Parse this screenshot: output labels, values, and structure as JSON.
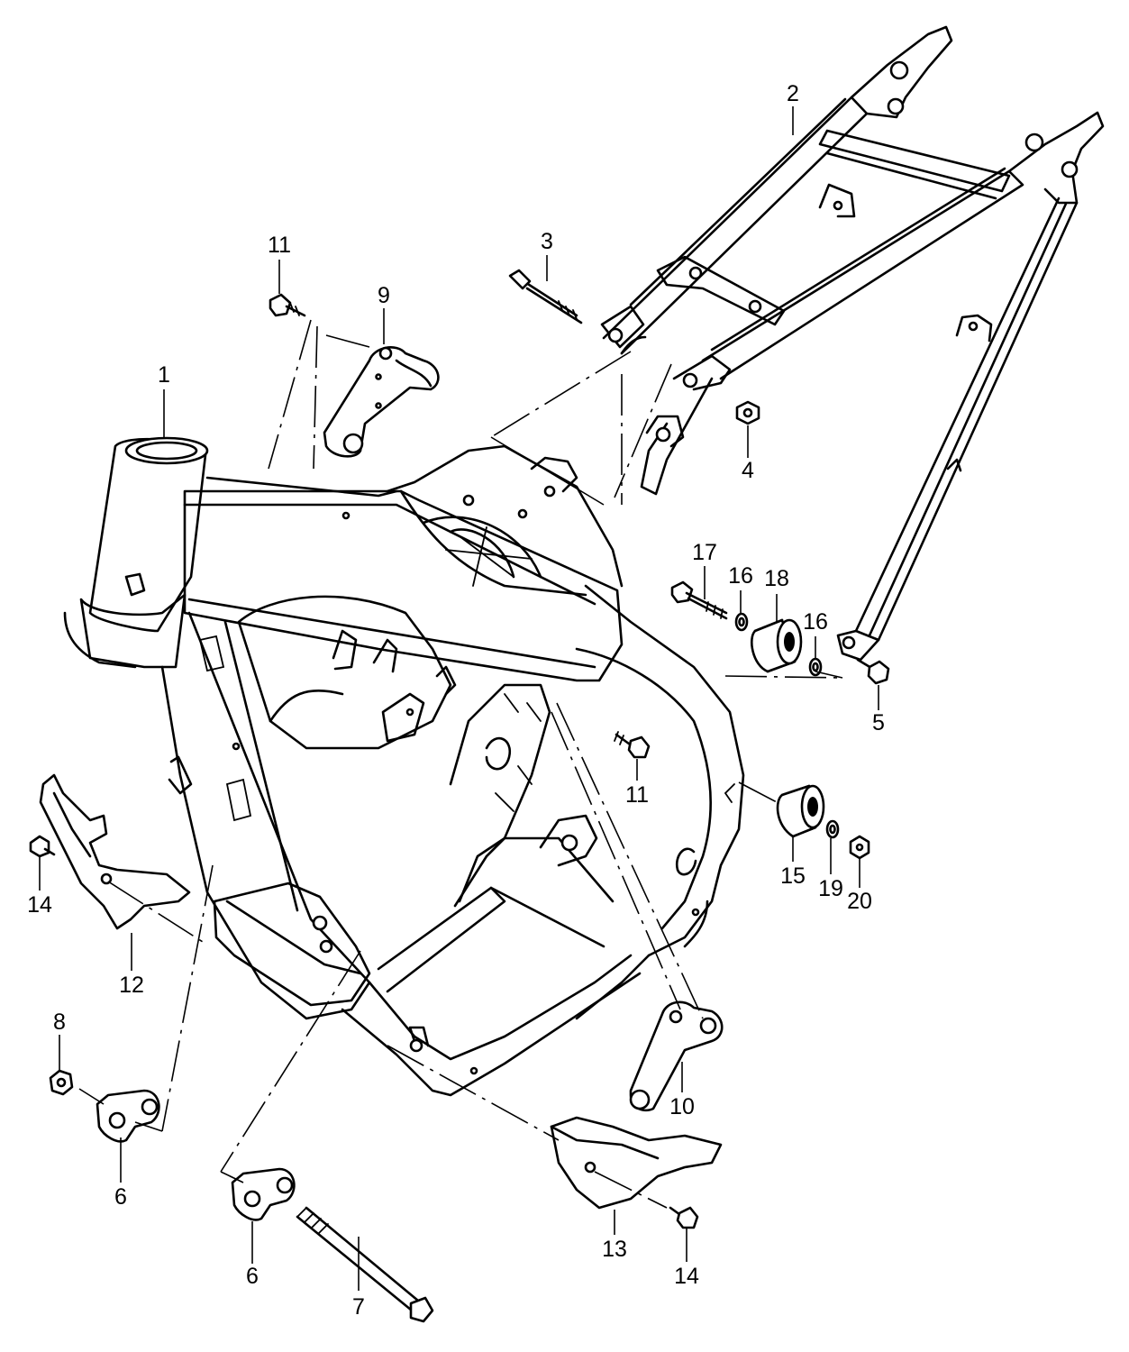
{
  "callouts": [
    {
      "id": "1",
      "text": "1"
    },
    {
      "id": "2",
      "text": "2"
    },
    {
      "id": "3",
      "text": "3"
    },
    {
      "id": "4",
      "text": "4"
    },
    {
      "id": "5",
      "text": "5"
    },
    {
      "id": "6a",
      "text": "6"
    },
    {
      "id": "6b",
      "text": "6"
    },
    {
      "id": "7",
      "text": "7"
    },
    {
      "id": "8",
      "text": "8"
    },
    {
      "id": "9",
      "text": "9"
    },
    {
      "id": "10",
      "text": "10"
    },
    {
      "id": "11a",
      "text": "11"
    },
    {
      "id": "11b",
      "text": "11"
    },
    {
      "id": "12",
      "text": "12"
    },
    {
      "id": "13",
      "text": "13"
    },
    {
      "id": "14a",
      "text": "14"
    },
    {
      "id": "14b",
      "text": "14"
    },
    {
      "id": "15",
      "text": "15"
    },
    {
      "id": "16a",
      "text": "16"
    },
    {
      "id": "16b",
      "text": "16"
    },
    {
      "id": "17",
      "text": "17"
    },
    {
      "id": "18",
      "text": "18"
    },
    {
      "id": "19",
      "text": "19"
    },
    {
      "id": "20",
      "text": "20"
    }
  ]
}
